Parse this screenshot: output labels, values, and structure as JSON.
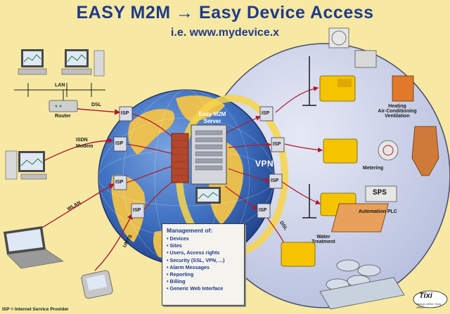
{
  "header": {
    "title": "EASY M2M → Easy Device Access",
    "subtitle": "i.e. www.mydevice.x"
  },
  "left_labels": {
    "lan": "LAN",
    "router": "Router",
    "dsl": "DSL",
    "isdn": "ISDN",
    "modem": "Modem",
    "wlan": "WLAN",
    "umts": "UMTS"
  },
  "isp_label": "ISP",
  "server": {
    "line1": "Easy M2M",
    "line2": "Server"
  },
  "vpn_label": "VPN",
  "right_labels": {
    "dsl": "DSL",
    "hvac_1": "Heating",
    "hvac_2": "Air-Conditioning",
    "hvac_3": "Ventilation",
    "metering": "Metering",
    "sps": "SPS",
    "automation": "Automation PLC",
    "water_1": "Water",
    "water_2": "Treatment"
  },
  "management": {
    "title": "Management of:",
    "items": [
      "Devices",
      "Sites",
      "Users, Access rights",
      "Security (SSL, VPN, ...)",
      "Alarm Messages",
      "Reporting",
      "Billing",
      "Generic Web Interface"
    ]
  },
  "footnote": "ISP = Internet Service Provider",
  "logo": {
    "name": "Tixi",
    "tagline": "Always online. Easy offline."
  },
  "colors": {
    "background": "#f7e9a3",
    "title": "#1f3a8a",
    "globe_ocean": "#3d6fbf",
    "globe_land": "#f2c34a",
    "vpn_sphere": "#c9cfe6",
    "arrow": "#b0182b",
    "device_yellow": "#f5c400"
  }
}
